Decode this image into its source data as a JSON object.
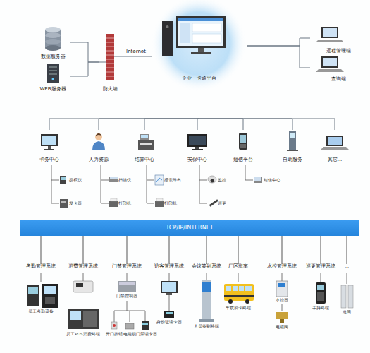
{
  "diagram": {
    "nodes": [
      {
        "text": [
          "数据服务器"
        ]
      },
      {
        "text": [
          "WEB服务器"
        ]
      },
      {
        "text": [
          "防火墙"
        ]
      },
      {
        "text": [
          "企业一卡通平台"
        ]
      },
      {
        "text": [
          "远程管理端"
        ]
      },
      {
        "text": [
          "查询端"
        ]
      },
      {
        "text": [
          "卡务中心"
        ]
      },
      {
        "text": [
          "人力资源"
        ]
      },
      {
        "text": [
          "结算中心"
        ]
      },
      {
        "text": [
          "安保中心"
        ]
      },
      {
        "text": [
          "短信平台"
        ]
      },
      {
        "text": [
          "自助服务"
        ]
      },
      {
        "text": [
          "其它..."
        ]
      },
      {
        "text": [
          "TCP/IP/INTERNET"
        ]
      },
      {
        "text": [
          "考勤管理系统"
        ]
      },
      {
        "text": [
          "消费管理系统"
        ]
      },
      {
        "text": [
          "门禁管理系统"
        ]
      },
      {
        "text": [
          "访客管理系统"
        ]
      },
      {
        "text": [
          "会议签到系统"
        ]
      },
      {
        "text": [
          "厂区班车"
        ]
      },
      {
        "text": [
          "水控管理系统"
        ]
      },
      {
        "text": [
          "巡更管理系统"
        ]
      },
      {
        "text": [
          "..."
        ]
      }
    ],
    "edges": [
      {
        "from": 0,
        "to": 2,
        "arrow": "none"
      },
      {
        "from": 1,
        "to": 2,
        "arrow": "none"
      },
      {
        "from": 2,
        "to": 3,
        "label": "Internet",
        "arrow": "none"
      },
      {
        "from": 3,
        "to": 4,
        "arrow": "none"
      },
      {
        "from": 3,
        "to": 5,
        "arrow": "none"
      },
      {
        "from": 3,
        "to": 6,
        "arrow": "none"
      },
      {
        "from": 3,
        "to": 7,
        "arrow": "none"
      },
      {
        "from": 3,
        "to": 8,
        "arrow": "none"
      },
      {
        "from": 3,
        "to": 9,
        "arrow": "none"
      },
      {
        "from": 3,
        "to": 10,
        "arrow": "none"
      },
      {
        "from": 3,
        "to": 11,
        "arrow": "none"
      },
      {
        "from": 3,
        "to": 12,
        "arrow": "none"
      },
      {
        "from": 13,
        "to": 14,
        "arrow": "none"
      },
      {
        "from": 13,
        "to": 15,
        "arrow": "none"
      },
      {
        "from": 13,
        "to": 16,
        "arrow": "none"
      },
      {
        "from": 13,
        "to": 17,
        "arrow": "none"
      },
      {
        "from": 13,
        "to": 18,
        "arrow": "none"
      },
      {
        "from": 13,
        "to": 19,
        "arrow": "none"
      },
      {
        "from": 13,
        "to": 20,
        "arrow": "none"
      },
      {
        "from": 13,
        "to": 21,
        "arrow": "none"
      },
      {
        "from": 13,
        "to": 22,
        "arrow": "none"
      }
    ],
    "labels": [
      "授权仪",
      "发卡器",
      "扫描仪",
      "打印机",
      "报表导出",
      "打印机",
      "监控",
      "巡更",
      "短信中心",
      "员工考勤设备",
      "员工POS消费终端",
      "门禁控制器",
      "开门按钮",
      "电磁锁",
      "门禁读卡器",
      "身份证读卡器",
      "人员签到终端",
      "车载刷卡终端",
      "水控器",
      "电磁阀",
      "手持终端",
      "道闸"
    ]
  }
}
